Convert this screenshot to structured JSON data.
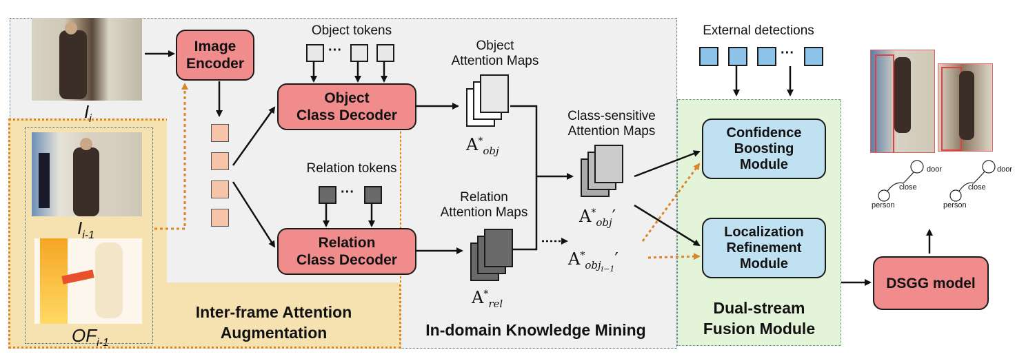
{
  "frames": {
    "current_label_main": "I",
    "current_label_sub": "i",
    "prev_label_main": "I",
    "prev_label_sub": "i-1",
    "flow_label_main": "OF",
    "flow_label_sub": "i-1"
  },
  "encoder": {
    "label": "Image\nEncoder"
  },
  "decoders": {
    "object": "Object\nClass Decoder",
    "relation": "Relation\nClass Decoder"
  },
  "tokens": {
    "object_label": "Object tokens",
    "relation_label": "Relation tokens",
    "external_label": "External detections",
    "ellipsis": "···"
  },
  "maps": {
    "object_title": "Object\nAttention Maps",
    "relation_title": "Relation\nAttention Maps",
    "class_sensitive_title": "Class-sensitive\nAttention Maps",
    "a_obj_base": "A",
    "a_obj_sup": "*",
    "a_obj_sub": "obj",
    "a_rel_sub": "rel",
    "a_obj_prime_sub": "obj",
    "a_obj_prev_sub": "obj",
    "a_obj_prev_subsub": "i−1",
    "prime": "′"
  },
  "fusion": {
    "confidence": "Confidence\nBoosting\nModule",
    "localization": "Localization\nRefinement\nModule"
  },
  "dsgg": {
    "label": "DSGG model"
  },
  "graph": {
    "person": "person",
    "close": "close",
    "door": "door"
  },
  "regions": {
    "inter_frame": "Inter-frame Attention\nAugmentation",
    "in_domain": "In-domain Knowledge Mining",
    "dual_stream": "Dual-stream\nFusion Module"
  },
  "colors": {
    "red_box": "#f08c8c",
    "blue_box": "#bfe1f2",
    "grey_region": "#f0f0f0",
    "yellow_region": "#f6e2b0",
    "green_region": "#e3f4d8",
    "orange_arrow": "#d9862b"
  }
}
